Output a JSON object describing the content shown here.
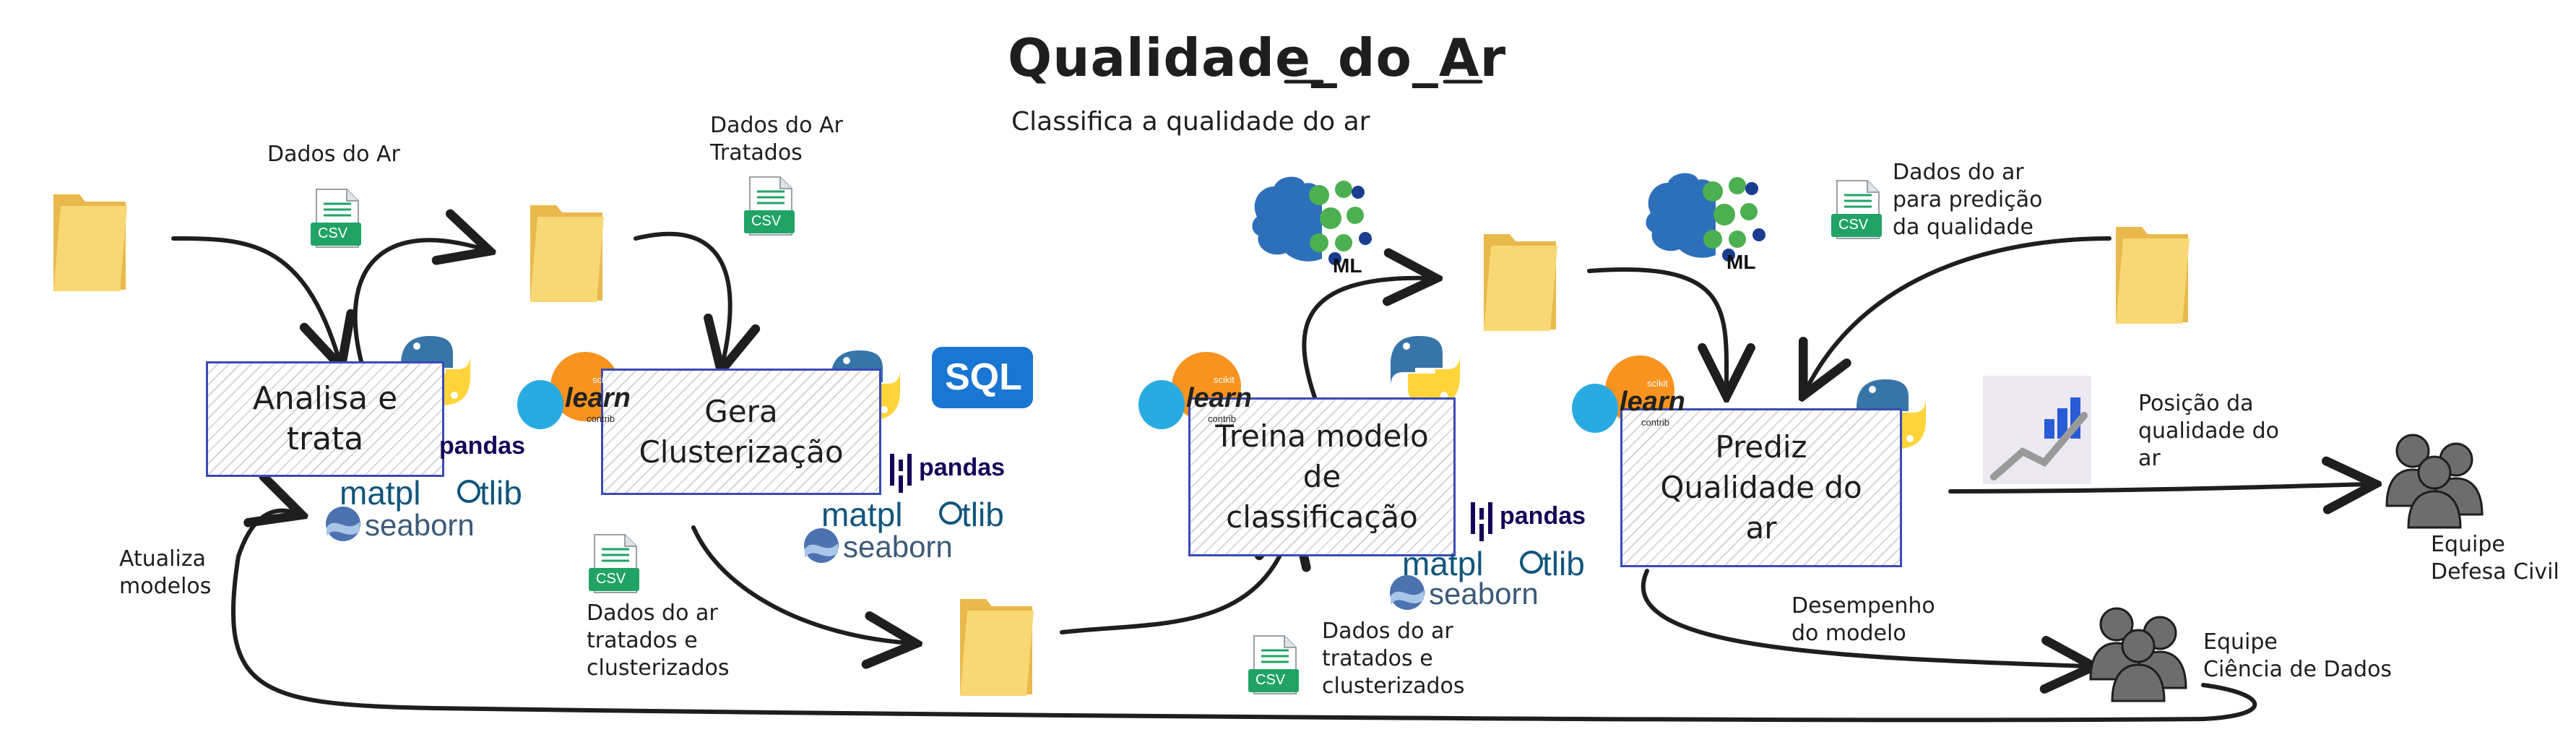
{
  "title": "Qualidade_do_Ar",
  "subtitle": "Classifica a qualidade do ar",
  "labels": {
    "dados_do_ar": "Dados do Ar",
    "dados_tratados": "Dados do Ar\nTratados",
    "dados_clusterizados_1": "Dados do ar\ntratados e\nclusterizados",
    "dados_clusterizados_2": "Dados do ar\ntratados e\nclusterizados",
    "dados_predicao": "Dados do ar\npara predição\nda qualidade",
    "atualiza_modelos": "Atualiza\nmodelos",
    "posicao_qualidade": "Posição da\nqualidade do\nar",
    "desempenho_modelo": "Desempenho\ndo modelo",
    "equipe_defesa": "Equipe\nDefesa Civil",
    "equipe_ciencia": "Equipe\nCiência de Dados"
  },
  "process_boxes": {
    "analisa": "Analisa e\ntrata",
    "gera": "Gera\nClusterização",
    "treina": "Treina modelo\nde\nclassificação",
    "prediz": "Prediz\nQualidade do\nar"
  },
  "logos": {
    "csv": "CSV",
    "sql": "SQL",
    "pandas": "pandas",
    "matplotlib_a": "matpl",
    "matplotlib_b": "tlib",
    "seaborn": "seaborn",
    "learn": "learn",
    "scikit": "scikit",
    "contrib": "contrib",
    "ml": "ML"
  },
  "colors": {
    "box_border": "#3b4bb5",
    "csv_green": "#21a366",
    "python_blue": "#3775a9",
    "python_yellow": "#ffd43b",
    "sklearn_orange": "#f7931e",
    "sklearn_blue": "#29abe2",
    "pandas_navy": "#150458",
    "sql_blue": "#1976d2",
    "folder_yellow": "#f8d775",
    "ml_blue": "#2e6fba",
    "ml_green": "#4caf50"
  }
}
